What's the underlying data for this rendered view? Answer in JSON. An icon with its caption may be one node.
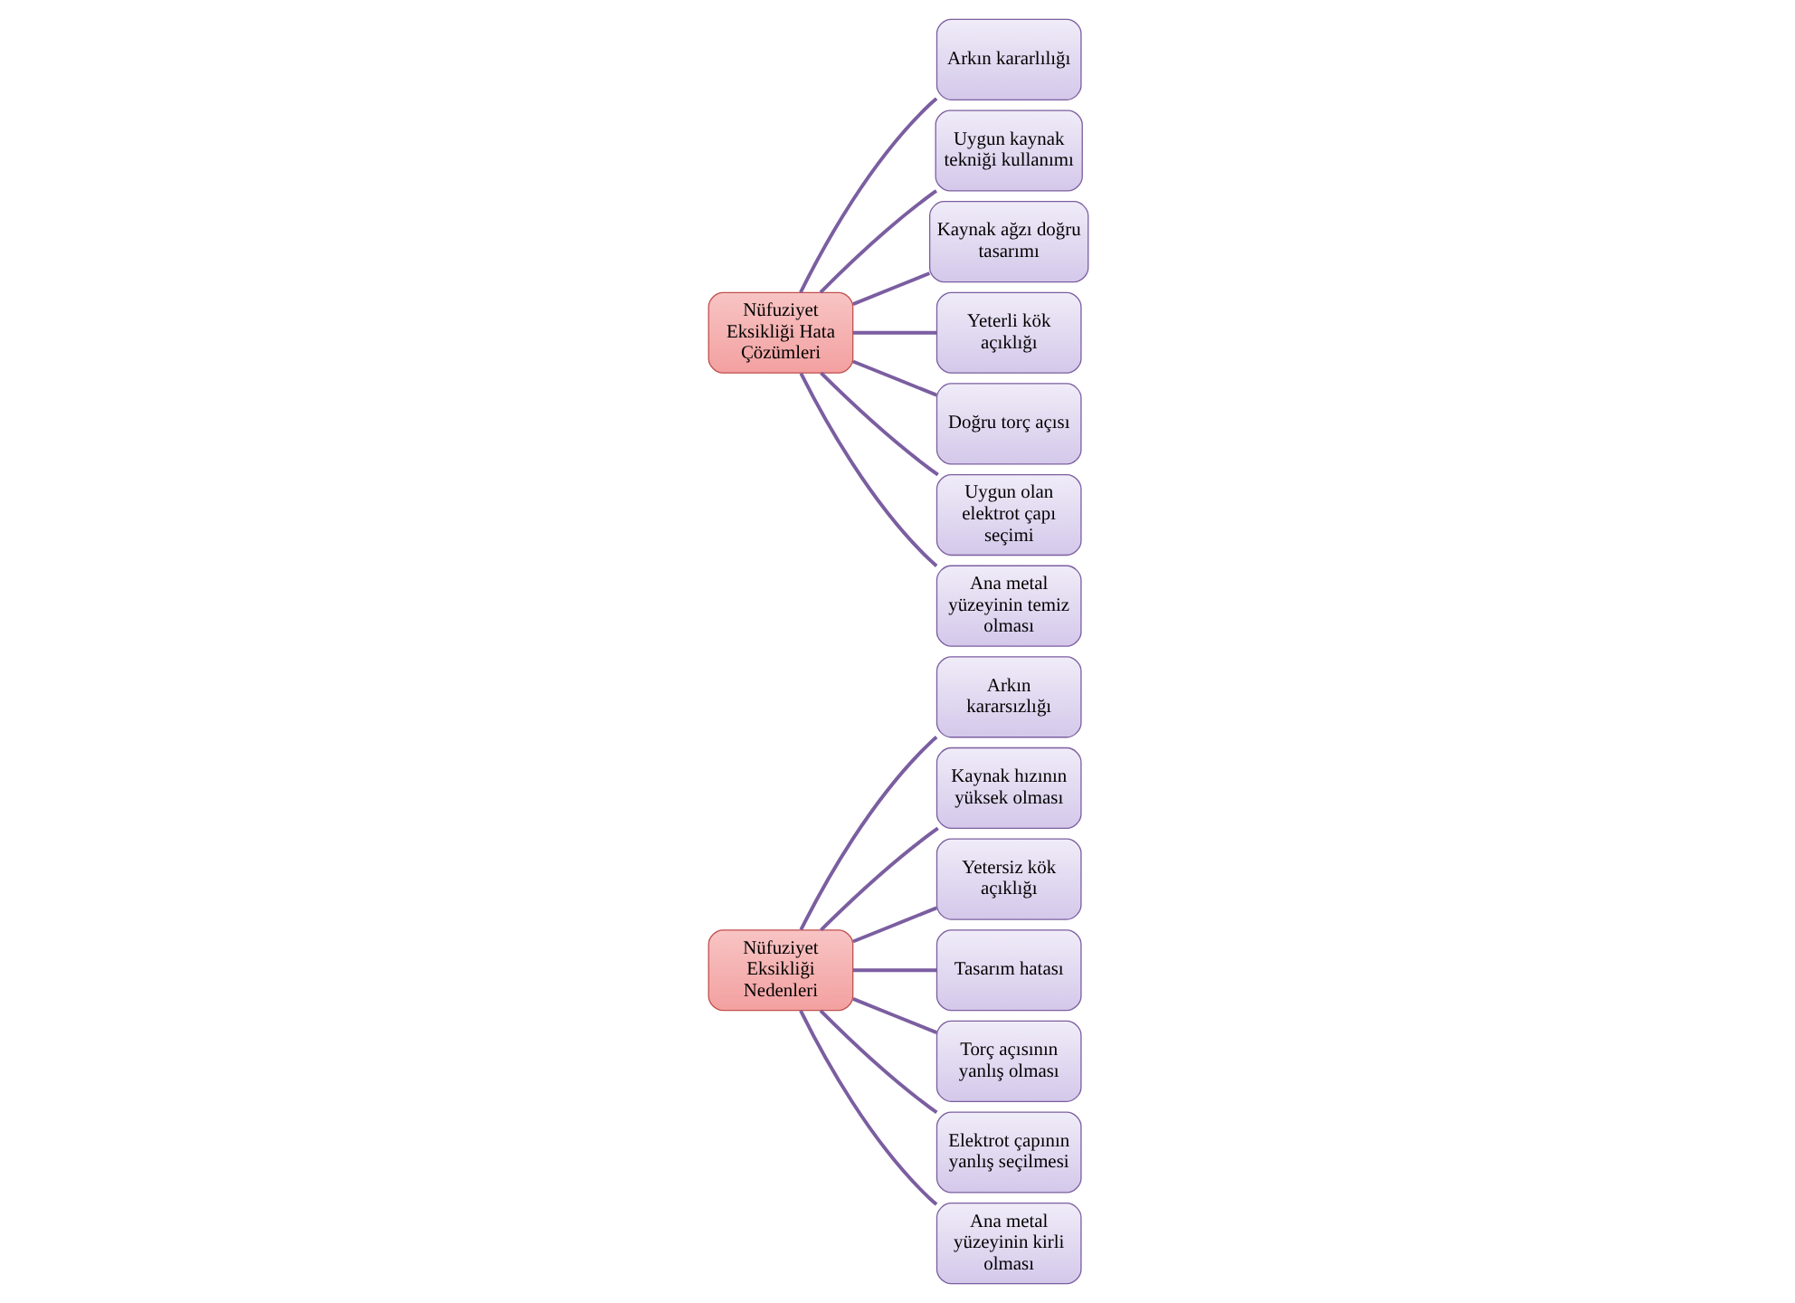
{
  "diagram": {
    "nodes": [
      {
        "text": [
          "Nüfuziyet Eksikliği Nedenleri"
        ]
      },
      {
        "text": [
          "Arkın kararsızlığı"
        ]
      },
      {
        "text": [
          "Kaynak hızının yüksek olması"
        ]
      },
      {
        "text": [
          "Yetersiz kök açıklığı"
        ]
      },
      {
        "text": [
          "Tasarım hatası"
        ]
      },
      {
        "text": [
          "Torç açısının yanlış olması"
        ]
      },
      {
        "text": [
          "Elektrot çapının yanlış seçilmesi"
        ]
      },
      {
        "text": [
          "Ana metal yüzeyinin kirli olması"
        ]
      },
      {
        "text": [
          "Nüfuziyet Eksikliği Hata Çözümleri"
        ]
      },
      {
        "text": [
          "Arkın kararlılığı"
        ]
      },
      {
        "text": [
          "Uygun kaynak tekniği kullanımı"
        ]
      },
      {
        "text": [
          "Kaynak ağzı doğru tasarımı"
        ]
      },
      {
        "text": [
          "Yeterli kök açıklığı"
        ]
      },
      {
        "text": [
          "Doğru torç açısı"
        ]
      },
      {
        "text": [
          "Uygun olan elektrot çapı seçimi"
        ]
      },
      {
        "text": [
          "Ana metal yüzeyinin temiz olması"
        ]
      }
    ],
    "edges": [
      {
        "from": 0,
        "to": 1,
        "arrow": "none"
      },
      {
        "from": 0,
        "to": 2,
        "arrow": "none"
      },
      {
        "from": 0,
        "to": 3,
        "arrow": "none"
      },
      {
        "from": 0,
        "to": 4,
        "arrow": "none"
      },
      {
        "from": 0,
        "to": 5,
        "arrow": "none"
      },
      {
        "from": 0,
        "to": 6,
        "arrow": "none"
      },
      {
        "from": 0,
        "to": 7,
        "arrow": "none"
      },
      {
        "from": 8,
        "to": 9,
        "arrow": "none"
      },
      {
        "from": 8,
        "to": 10,
        "arrow": "none"
      },
      {
        "from": 8,
        "to": 11,
        "arrow": "none"
      },
      {
        "from": 8,
        "to": 12,
        "arrow": "none"
      },
      {
        "from": 8,
        "to": 13,
        "arrow": "none"
      },
      {
        "from": 8,
        "to": 14,
        "arrow": "none"
      },
      {
        "from": 8,
        "to": 15,
        "arrow": "none"
      }
    ]
  }
}
